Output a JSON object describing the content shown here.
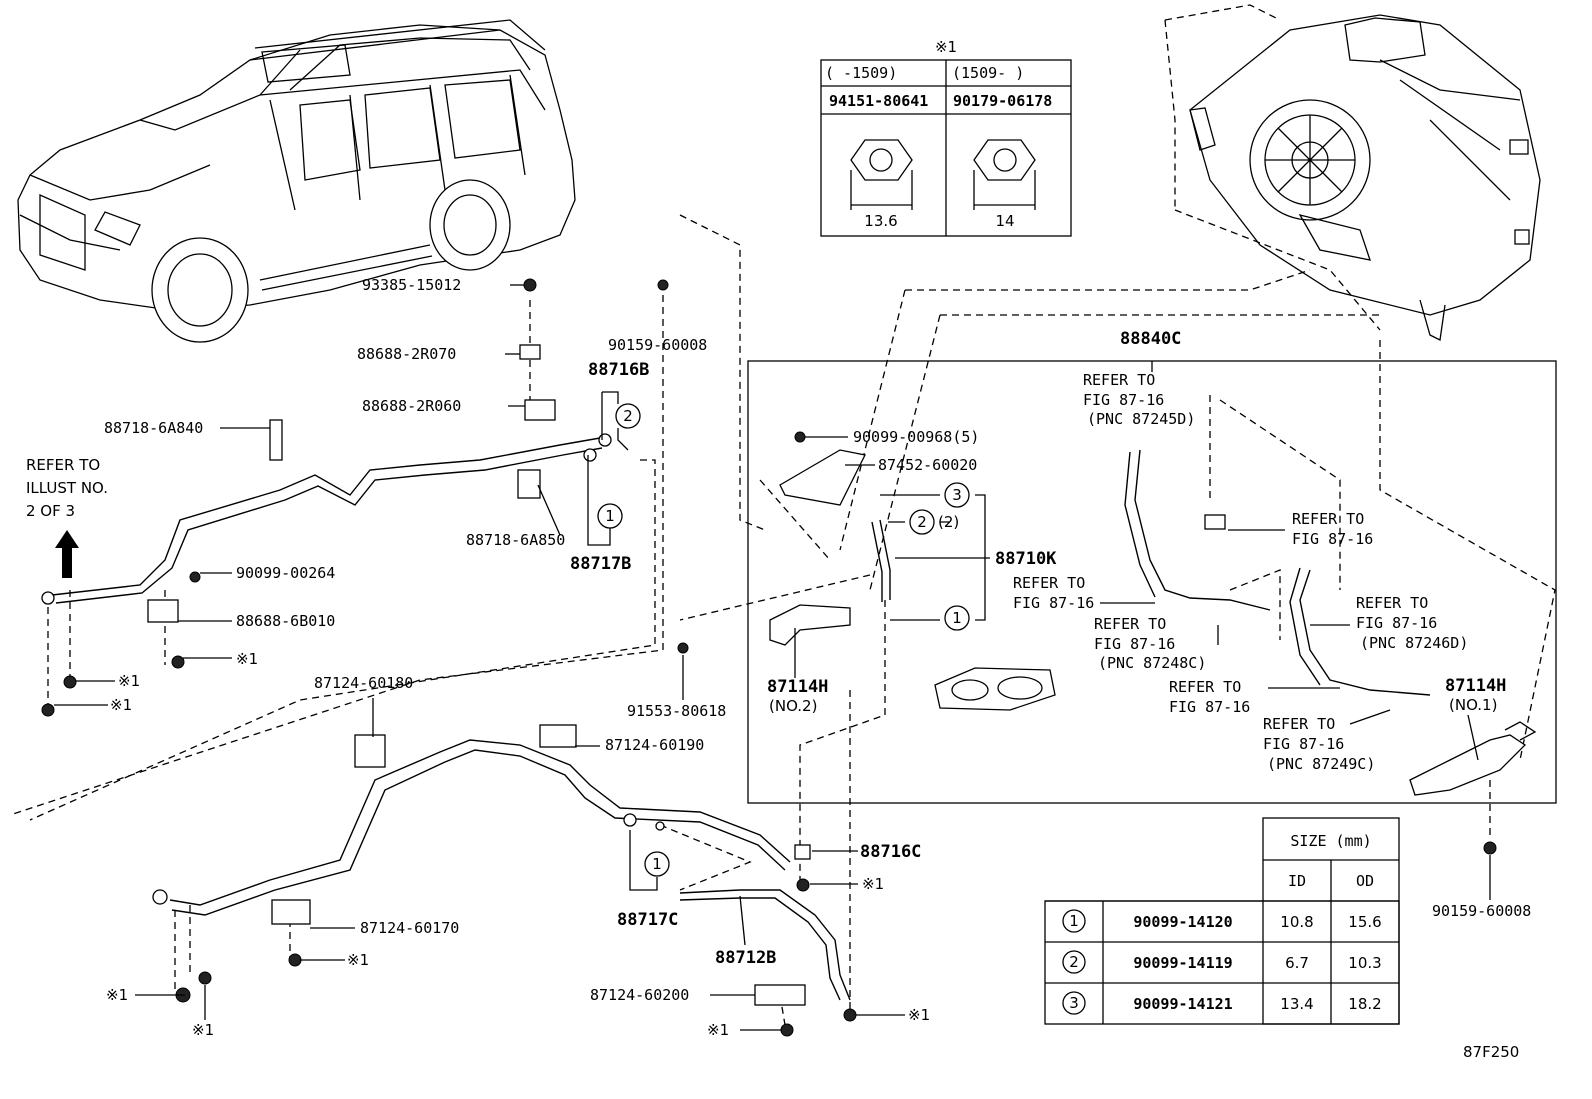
{
  "figure_code": "87F250",
  "refer_illust": {
    "line1": "REFER TO",
    "line2": "ILLUST NO.",
    "line3": "2 OF 3"
  },
  "mark": "※1",
  "nut_table": {
    "header_mark": "※1",
    "col1_range": "(    -1509)",
    "col2_range": "(1509-     )",
    "col1_part": "94151-80641",
    "col2_part": "90179-06178",
    "col1_dim": "13.6",
    "col2_dim": "14"
  },
  "size_table": {
    "title": "SIZE (mm)",
    "col_id": "ID",
    "col_od": "OD",
    "rows": [
      {
        "num": "1",
        "part": "90099-14120",
        "id": "10.8",
        "od": "15.6"
      },
      {
        "num": "2",
        "part": "90099-14119",
        "id": "6.7",
        "od": "10.3"
      },
      {
        "num": "3",
        "part": "90099-14121",
        "id": "13.4",
        "od": "18.2"
      }
    ]
  },
  "labels": {
    "p93385": "93385-15012",
    "p88688_2r070": "88688-2R070",
    "p88688_2r060": "88688-2R060",
    "p88718_6a840": "88718-6A840",
    "p88718_6a850": "88718-6A850",
    "p90159_60008_top": "90159-60008",
    "p88716b": "88716B",
    "p88717b": "88717B",
    "p90099_00264": "90099-00264",
    "p88688_6b010": "88688-6B010",
    "p87124_60180": "87124-60180",
    "p87124_60190": "87124-60190",
    "p87124_60170": "87124-60170",
    "p87124_60200": "87124-60200",
    "p91553_80618": "91553-80618",
    "p88716c": "88716C",
    "p88717c": "88717C",
    "p88712b": "88712B",
    "p88840c": "88840C",
    "p90099_00968": "90099-00968(5)",
    "p87452_60020": "87452-60020",
    "p88710k": "88710K",
    "p87114h_no2": "87114H",
    "no2": "(NO.2)",
    "p87114h_no1": "87114H",
    "no1": "(NO.1)",
    "p90159_60008_right": "90159-60008",
    "circle2_paren": "(2)"
  },
  "refers": {
    "r1": {
      "a": "REFER TO",
      "b": "FIG 87-16",
      "c": "(PNC 87245D)"
    },
    "r2": {
      "a": "REFER TO",
      "b": "FIG 87-16"
    },
    "r3": {
      "a": "REFER TO",
      "b": "FIG 87-16"
    },
    "r4": {
      "a": "REFER TO",
      "b": "FIG 87-16",
      "c": "(PNC 87248C)"
    },
    "r5": {
      "a": "REFER TO",
      "b": "FIG 87-16",
      "c": "(PNC 87246D)"
    },
    "r6": {
      "a": "REFER TO",
      "b": "FIG 87-16"
    },
    "r7": {
      "a": "REFER TO",
      "b": "FIG 87-16",
      "c": "(PNC 87249C)"
    }
  },
  "circle_numbers": {
    "one": "1",
    "two": "2",
    "three": "3"
  }
}
